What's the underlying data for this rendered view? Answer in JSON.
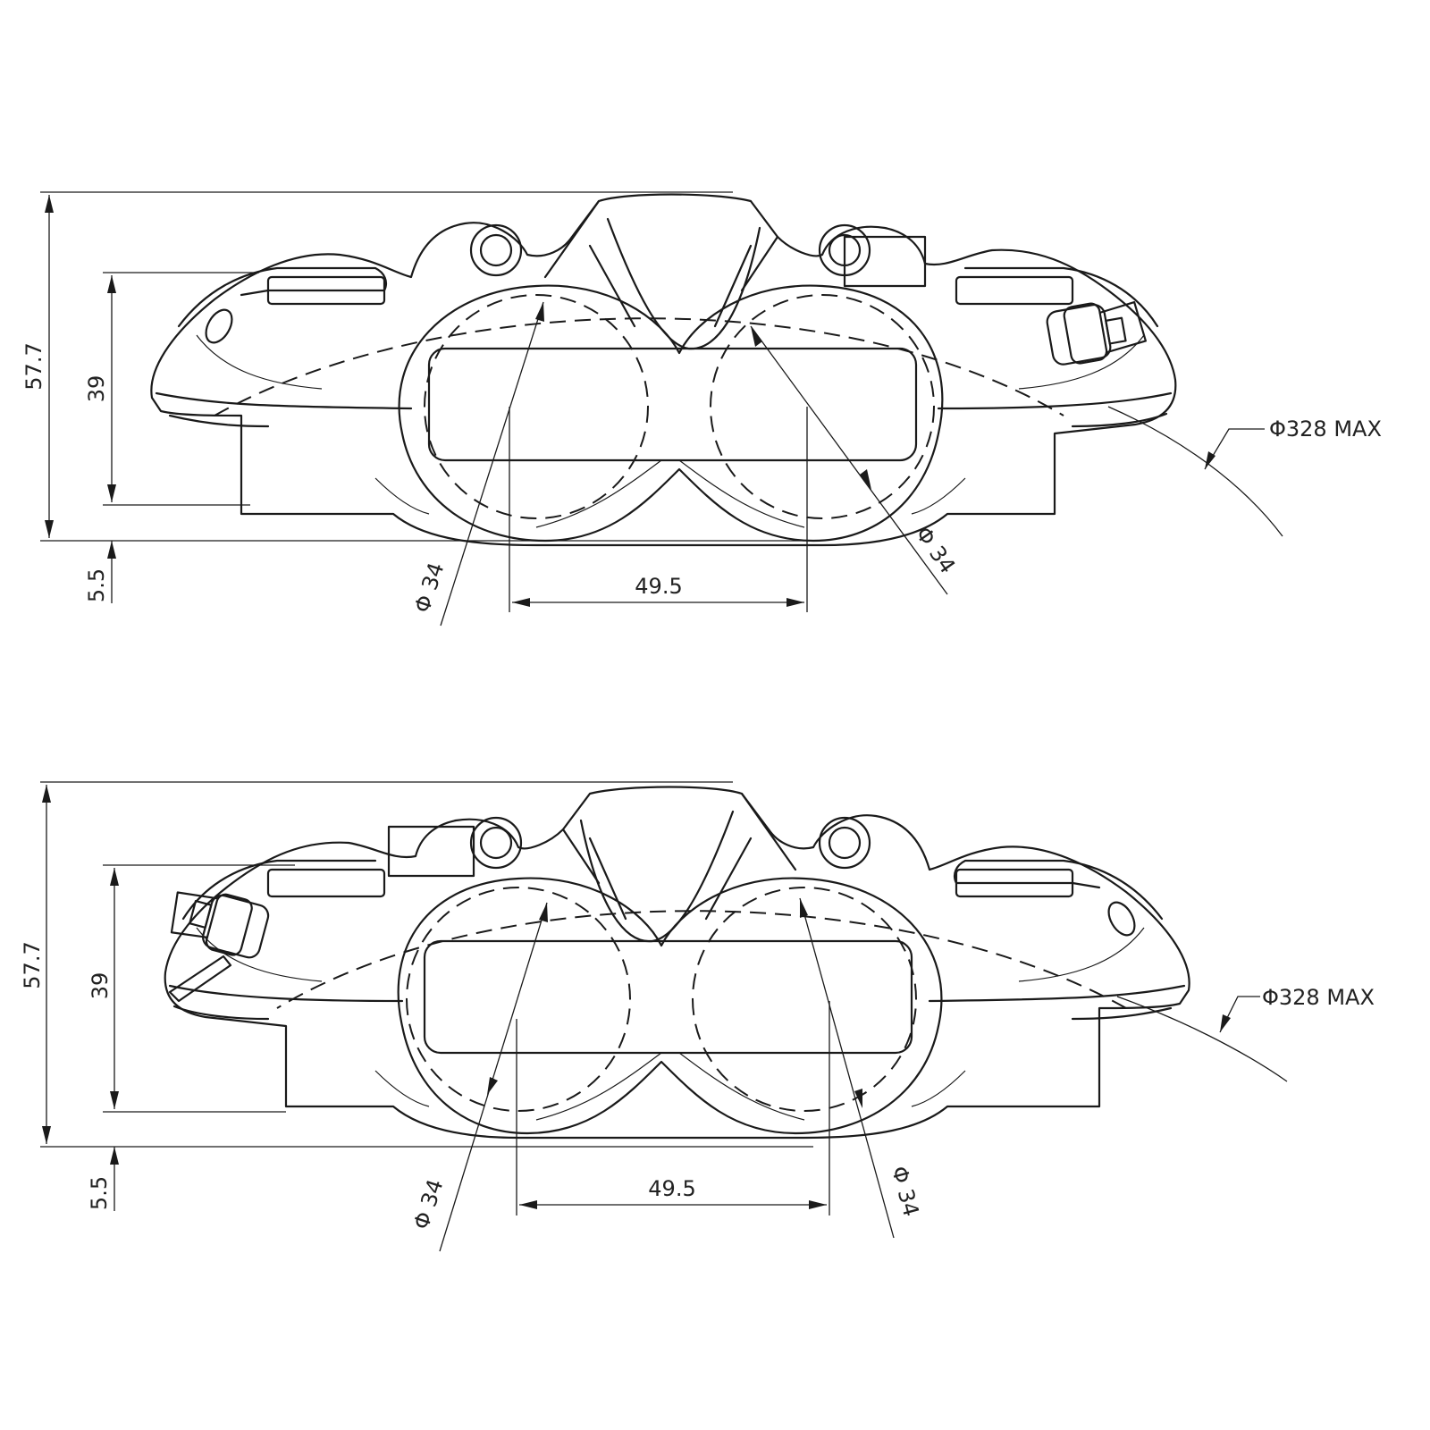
{
  "views": [
    {
      "id": "top",
      "dimensions": {
        "overall_height": "57.7",
        "pad_height": "39",
        "offset": "5.5",
        "piston_spacing": "49.5",
        "piston_left_diameter": "Φ 34",
        "piston_right_diameter": "Φ 34",
        "disc_max": "Φ328 MAX"
      }
    },
    {
      "id": "bottom",
      "dimensions": {
        "overall_height": "57.7",
        "pad_height": "39",
        "offset": "5.5",
        "piston_spacing": "49.5",
        "piston_left_diameter": "Φ 34",
        "piston_right_diameter": "Φ 34",
        "disc_max": "Φ328 MAX"
      }
    }
  ],
  "colors": {
    "ink": "#1a1a1a",
    "background": "#ffffff"
  }
}
